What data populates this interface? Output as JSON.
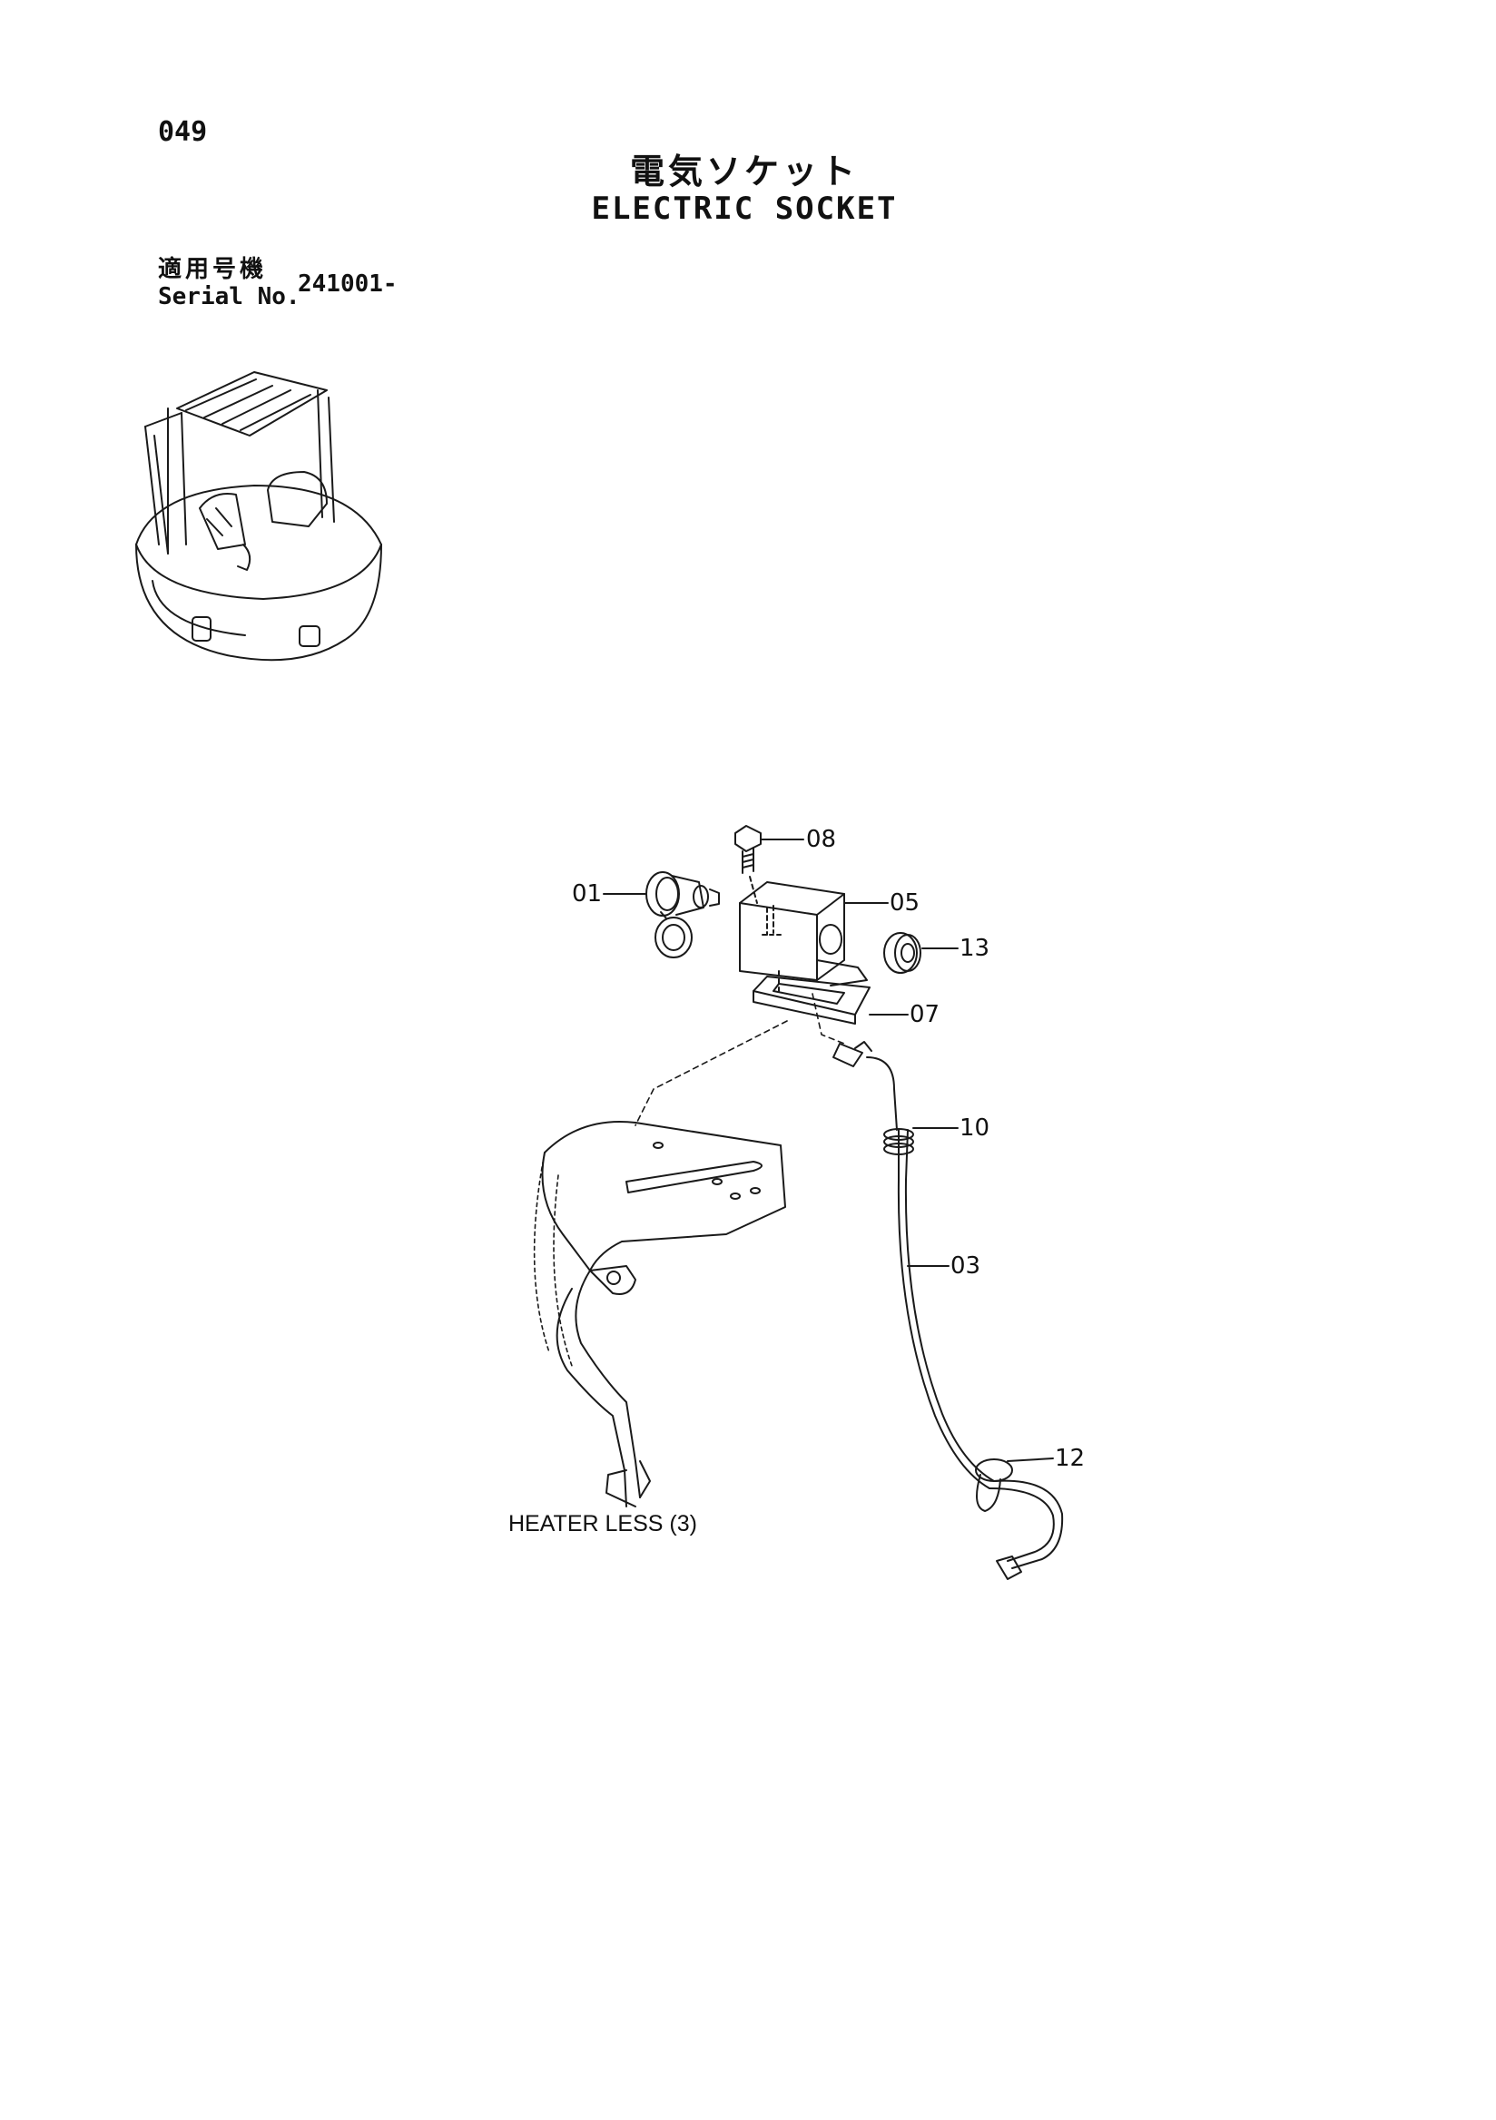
{
  "header": {
    "page_number": "049",
    "title_jp": "電気ソケット",
    "title_en": "ELECTRIC SOCKET",
    "serial_label_jp": "適用号機",
    "serial_label_en": "Serial No.",
    "serial_value": "241001-"
  },
  "callouts": {
    "c01": "01",
    "c03": "03",
    "c05": "05",
    "c07": "07",
    "c08": "08",
    "c10": "10",
    "c12": "12",
    "c13": "13"
  },
  "note": "HEATER LESS (3)",
  "colors": {
    "line": "#1a1a1a",
    "paper": "#ffffff"
  }
}
